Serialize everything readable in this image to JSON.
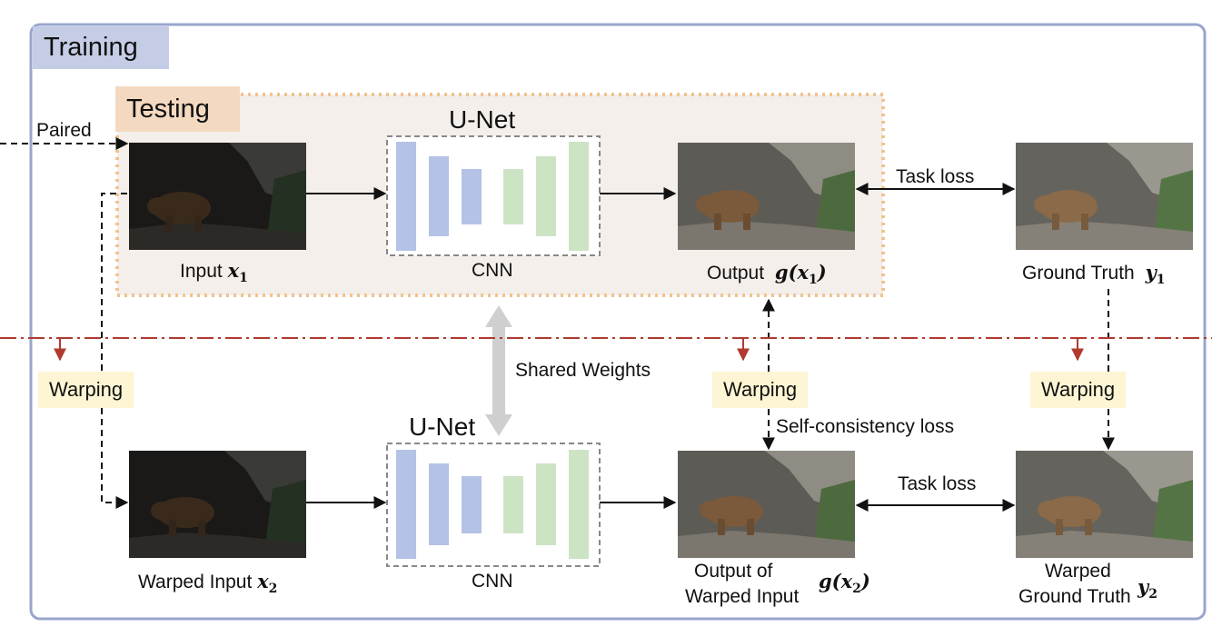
{
  "labels": {
    "training": "Training",
    "testing": "Testing",
    "paired": "Paired",
    "unet_top": "U-Net",
    "unet_bottom": "U-Net",
    "cnn_top": "CNN",
    "cnn_bottom": "CNN",
    "shared_weights": "Shared Weights",
    "task_loss_top": "Task  loss",
    "task_loss_bottom": "Task  loss",
    "self_consistency_loss": "Self-consistency loss",
    "warping_left": "Warping",
    "warping_mid": "Warping",
    "warping_right": "Warping",
    "input": "Input",
    "output": "Output",
    "ground_truth": "Ground Truth",
    "warped_input": "Warped Input",
    "output_of": "Output of",
    "output_of_warped_input": "Warped Input",
    "warped": "Warped",
    "warped_ground_truth": "Ground Truth"
  },
  "math": {
    "x1_var": "x",
    "x1_sub": "1",
    "x2_var": "x",
    "x2_sub": "2",
    "y1_var": "y",
    "y1_sub": "1",
    "y2_var": "y",
    "y2_sub": "2",
    "g1_pre": "g(",
    "g1_var": "x",
    "g1_sub": "1",
    "g1_post": ")",
    "g2_pre": "g(",
    "g2_var": "x",
    "g2_sub": "2",
    "g2_post": ")"
  },
  "colors": {
    "training_border": "#98a6cc",
    "training_tag": "#c5cde6",
    "testing_border": "#f1c28f",
    "testing_fill": "#f4efeb",
    "testing_tag": "#f4d9c1",
    "warp_line": "#b03a2e",
    "encoder_block": "#b4c2e6",
    "decoder_block": "#cde4c4",
    "warp_tag": "#fdf5d3"
  }
}
